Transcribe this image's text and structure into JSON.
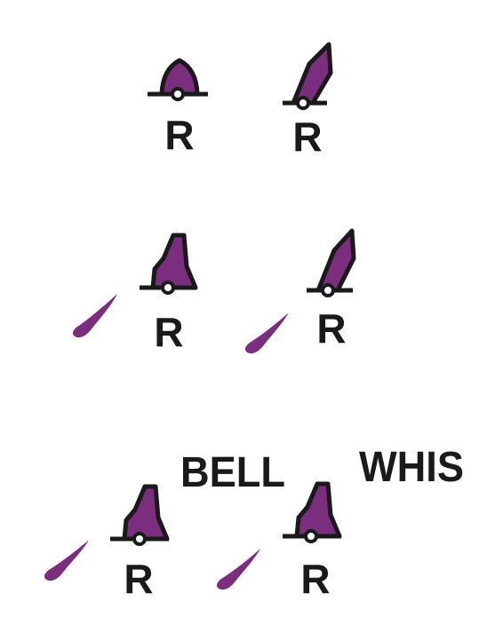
{
  "colors": {
    "fill": "#7b2d7e",
    "outline": "#1a1a1a",
    "background": "#ffffff"
  },
  "symbols": [
    {
      "id": "s1",
      "shape": "conical-buoy",
      "label": "R",
      "light_flare": false,
      "sound_signal": ""
    },
    {
      "id": "s2",
      "shape": "spar-buoy",
      "label": "R",
      "light_flare": false,
      "sound_signal": ""
    },
    {
      "id": "s3",
      "shape": "pillar-buoy",
      "label": "R",
      "light_flare": true,
      "sound_signal": ""
    },
    {
      "id": "s4",
      "shape": "spar-buoy",
      "label": "R",
      "light_flare": true,
      "sound_signal": ""
    },
    {
      "id": "s5",
      "shape": "pillar-buoy",
      "label": "R",
      "light_flare": true,
      "sound_signal": "BELL"
    },
    {
      "id": "s6",
      "shape": "pillar-buoy",
      "label": "R",
      "light_flare": true,
      "sound_signal": "WHIS"
    }
  ]
}
